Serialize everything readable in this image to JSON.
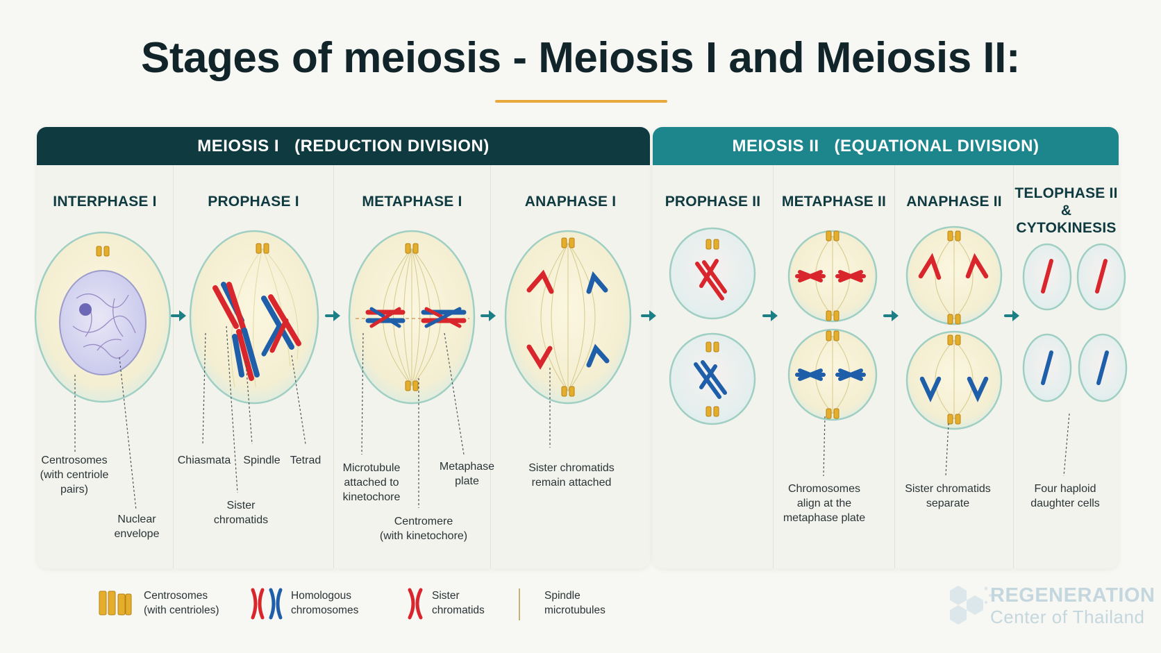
{
  "title": "Stages of meiosis - Meiosis I and Meiosis II:",
  "meiosis1": {
    "band_name": "MEIOSIS I",
    "band_subtitle": "(REDUCTION DIVISION)",
    "stages": [
      {
        "name": "INTERPHASE I"
      },
      {
        "name": "PROPHASE I"
      },
      {
        "name": "METAPHASE I"
      },
      {
        "name": "ANAPHASE I"
      }
    ]
  },
  "meiosis2": {
    "band_name": "MEIOSIS II",
    "band_subtitle": "(EQUATIONAL DIVISION)",
    "stages": [
      {
        "name": "PROPHASE II"
      },
      {
        "name": "METAPHASE II"
      },
      {
        "name": "ANAPHASE II"
      },
      {
        "name": "TELOPHASE II\n& CYTOKINESIS"
      }
    ]
  },
  "labels": {
    "centrosomes": "Centrosomes\n(with centriole\npairs)",
    "nuclear_envelope": "Nuclear\nenvelope",
    "chiasmata": "Chiasmata",
    "spindle": "Spindle",
    "tetrad": "Tetrad",
    "sister_chromatids": "Sister\nchromatids",
    "microtubule": "Microtubule\nattached to\nkinetochore",
    "metaphase_plate": "Metaphase\nplate",
    "centromere": "Centromere\n(with kinetochore)",
    "sister_remain": "Sister chromatids\nremain attached",
    "chromosomes_align": "Chromosomes\nalign at the\nmetaphase plate",
    "sister_separate": "Sister chromatids\nseparate",
    "four_haploid": "Four haploid\ndaughter cells"
  },
  "legend": {
    "centrosomes": "Centrosomes\n(with centrioles)",
    "homologous": "Homologous\nchromosomes",
    "sister": "Sister\nchromatids",
    "spindle": "Spindle\nmicrotubules"
  },
  "watermark": {
    "line1": "REGENERATION",
    "line2": "Center of Thailand"
  },
  "colors": {
    "meiosis1_band": "#0e3a40",
    "meiosis2_band": "#1d858c",
    "accent_rule": "#e8a93c",
    "chromosome_red": "#d8262c",
    "chromosome_blue": "#1f5ea8",
    "centriole": "#e0a92a"
  }
}
